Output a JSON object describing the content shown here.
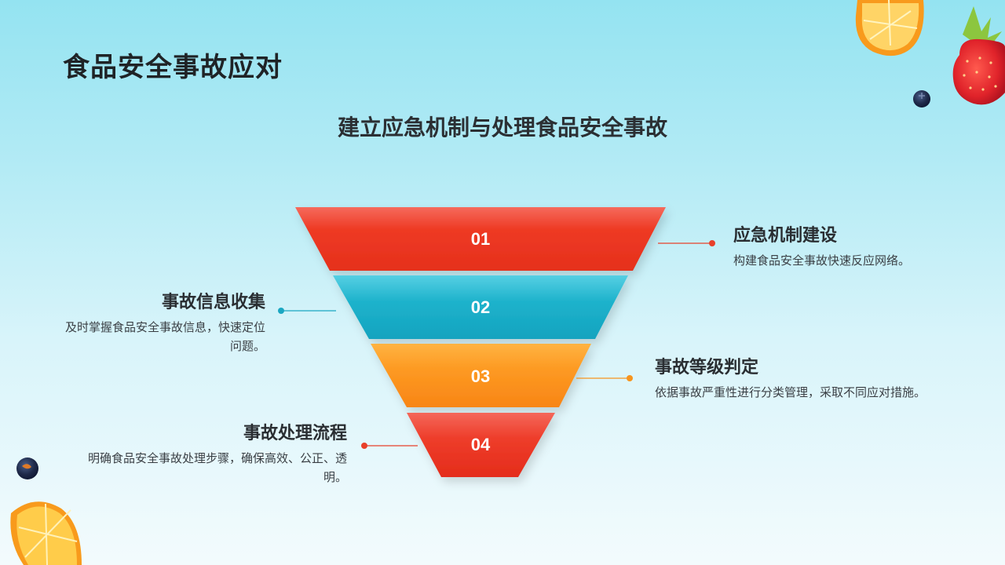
{
  "title": "食品安全事故应对",
  "subtitle": "建立应急机制与处理食品安全事故",
  "stages": [
    {
      "num": "01",
      "title": "应急机制建设",
      "desc": "构建食品安全事故快速反应网络。",
      "color": "#ee3a24",
      "color_light": "#f8736a",
      "dot": "#e8402a"
    },
    {
      "num": "02",
      "title": "事故信息收集",
      "desc": "及时掌握食品安全事故信息，快速定位问题。",
      "color": "#1aaec8",
      "color_light": "#5fd0e2",
      "dot": "#1ba7c2"
    },
    {
      "num": "03",
      "title": "事故等级判定",
      "desc": "依据事故严重性进行分类管理，采取不同应对措施。",
      "color": "#fb8c1e",
      "color_light": "#ffb64a",
      "dot": "#f7941d"
    },
    {
      "num": "04",
      "title": "事故处理流程",
      "desc": "明确食品安全事故处理步骤，确保高效、公正、透明。",
      "color": "#ea3324",
      "color_light": "#f26d62",
      "dot": "#e8402a"
    }
  ],
  "decorations": [
    "orange-slice",
    "strawberry",
    "blueberry"
  ]
}
